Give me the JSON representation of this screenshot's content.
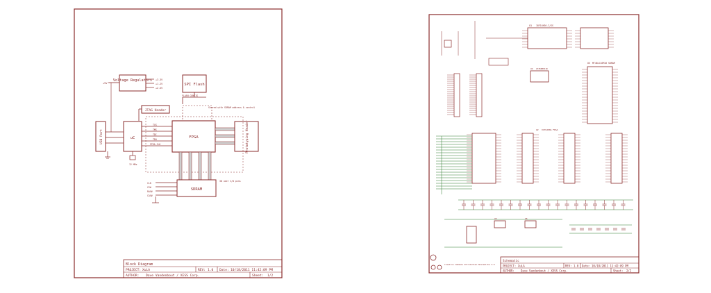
{
  "colors": {
    "ink": "#8a2b2b",
    "bus": "#9a9a9a",
    "net": "#2f7d2f",
    "paper": "#ffffff"
  },
  "sheet1": {
    "blocks": {
      "regulators": "Voltage\nRegulators",
      "spi_flash": "SPI Flash",
      "jtag": "JTAG Header",
      "usb": "USB Port",
      "uc": "uC",
      "fpga": "FPGA",
      "proto": "Prototyping\nHeader",
      "sdram": "SDRAM"
    },
    "labels": {
      "vin": "+5V",
      "v33": "+3.3V",
      "v12": "+1.2V",
      "v25": "+2.5V",
      "flash_sig": "FLASH CONFIG",
      "shared": "Shared with SDRAM\naddress & control",
      "tck": "TCK",
      "tms": "TMS",
      "tdi": "TDI",
      "tdo": "TDO",
      "clk": "FPGA CLK",
      "xtal": "12 MHz",
      "userio": "38 user I/O pins",
      "ck": "CLK",
      "cs": "CS#",
      "ras": "RAS#",
      "cas": "CAS#"
    },
    "title_block": {
      "title": "Block Diagram",
      "project_label": "PROJECT:",
      "project": "XuLA",
      "rev_label": "REV:",
      "rev": "1.0",
      "date_label": "Date:",
      "date": "10/18/2011 11:42:09 PM",
      "author_label": "AUTHOR:",
      "author": "Dave Vandenbout / XESS Corp.",
      "sheet_label": "Sheet:",
      "sheet": "1/2"
    }
  },
  "sheet2": {
    "parts": {
      "u1": "U1",
      "u1_part": "18F14K50-I/SS",
      "u2": "U2",
      "u2_part": "XC3S200A FPGA",
      "u3": "U3",
      "u3_part": "MT48LC16M16 SDRAM",
      "u4": "U4",
      "u4_part": "AT45DB011D",
      "u5": "U5",
      "u6": "U6"
    },
    "license": "Creative Commons Attribution-ShareAlike 3.0",
    "title_block": {
      "title": "Schematic",
      "project_label": "PROJECT:",
      "project": "XuLA",
      "rev_label": "REV:",
      "rev": "1.0",
      "date_label": "Date:",
      "date": "10/18/2011 11:42:09 PM",
      "author_label": "AUTHOR:",
      "author": "Dave Vandenbout / XESS Corp.",
      "sheet_label": "Sheet:",
      "sheet": "2/2"
    }
  }
}
